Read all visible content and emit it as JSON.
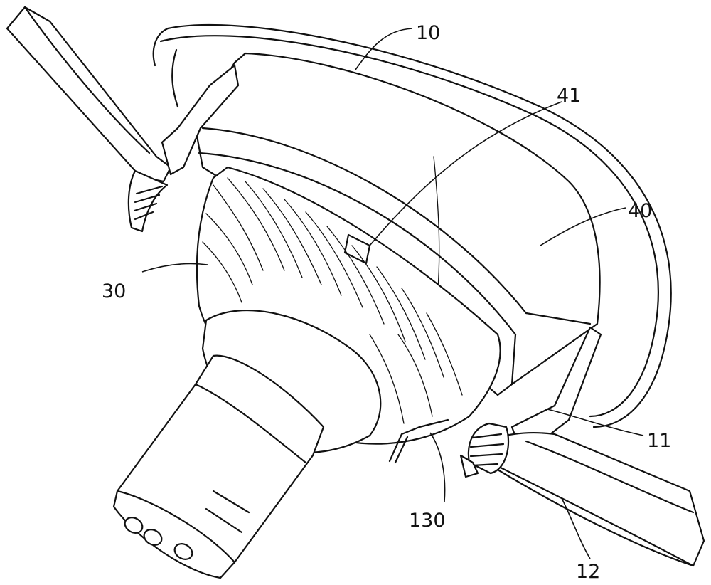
{
  "labels": {
    "l10": "10",
    "l41": "41",
    "l40": "40",
    "l30": "30",
    "l11": "11",
    "l130": "130",
    "l12": "12"
  }
}
